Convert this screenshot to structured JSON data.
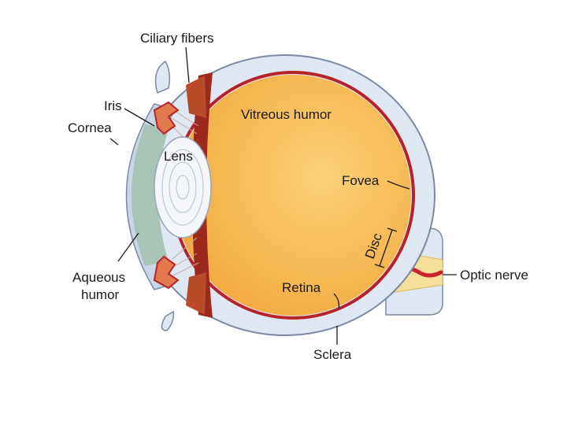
{
  "labels": {
    "ciliary_fibers": "Ciliary fibers",
    "iris": "Iris",
    "cornea": "Cornea",
    "vitreous_humor": "Vitreous humor",
    "lens": "Lens",
    "fovea": "Fovea",
    "disc": "Disc",
    "optic_nerve": "Optic nerve",
    "aqueous_humor_line1": "Aqueous",
    "aqueous_humor_line2": "humor",
    "retina": "Retina",
    "sclera": "Sclera"
  },
  "colors": {
    "sclera_fill": "#dfe7f2",
    "sclera_edge": "#7a8aa3",
    "vitreous_light": "#fbd27a",
    "vitreous_dark": "#f2a335",
    "retina": "#b5232b",
    "choroid": "#9c2a1c",
    "lens_fill": "#f4f6fa",
    "aqueous": "#a9c4b6",
    "cornea": "#c9d6e6",
    "optic_nerve": "#f6df9a",
    "optic_vessel": "#c8232c"
  }
}
